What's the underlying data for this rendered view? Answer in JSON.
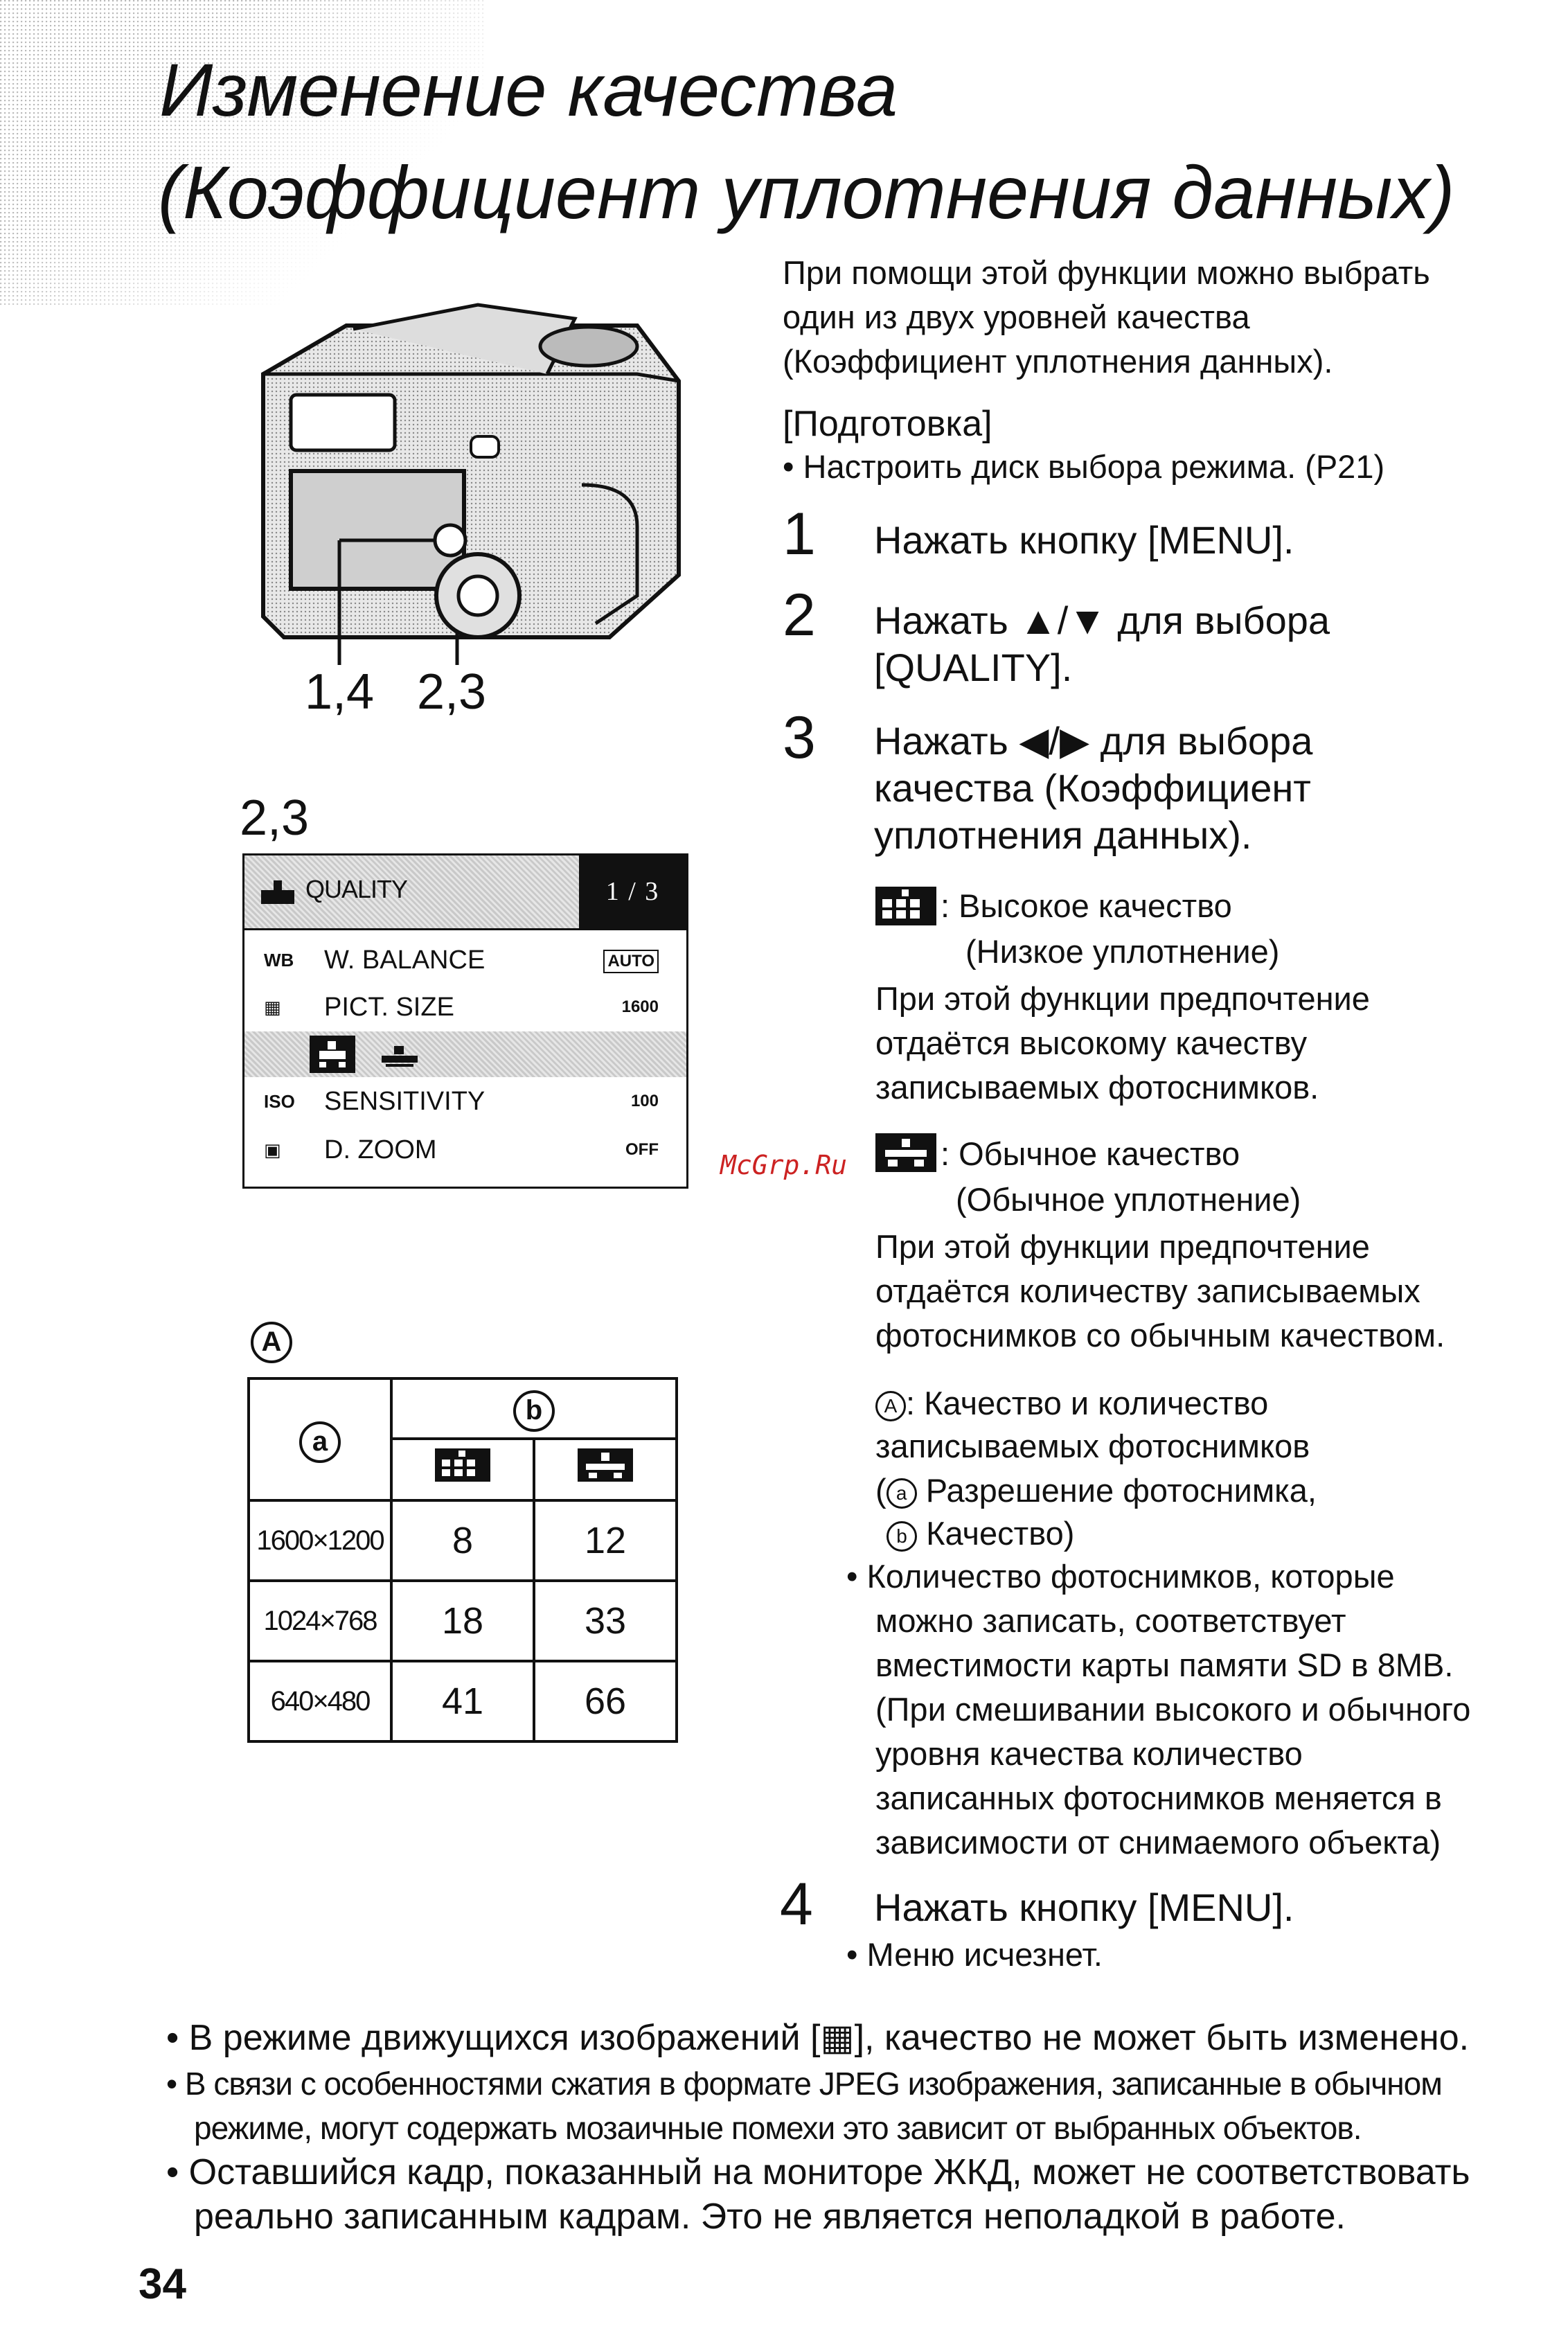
{
  "title": {
    "line1": "Изменение качества",
    "line2": "(Коэффициент уплотнения данных)"
  },
  "intro": "При помощи этой функции можно выбрать один из двух уровней качества (Коэффициент уплотнения данных).",
  "intro_lines": [
    "При помощи этой функции можно выбрать",
    "один из двух уровней качества",
    "(Коэффициент уплотнения данных)."
  ],
  "prep": {
    "heading": "[Подготовка]",
    "item": "• Настроить диск выбора режима. (P21)"
  },
  "steps": [
    {
      "num": "1",
      "lines": [
        "Нажать кнопку [MENU]."
      ]
    },
    {
      "num": "2",
      "lines": [
        "Нажать ▲/▼ для выбора",
        "[QUALITY]."
      ]
    },
    {
      "num": "3",
      "lines": [
        "Нажать ◀/▶ для выбора",
        "качества (Коэффициент",
        "уплотнения данных)."
      ]
    },
    {
      "num": "4",
      "lines": [
        "Нажать кнопку [MENU]."
      ]
    }
  ],
  "step4_note": "• Меню исчезнет.",
  "high_quality": {
    "label": ": Высокое качество",
    "sub": "(Низкое уплотнение)",
    "desc": [
      "При этой функции предпочтение",
      "отдаётся высокому качеству",
      "записываемых фотоснимков."
    ]
  },
  "normal_quality": {
    "label": ": Обычное качество",
    "sub": "(Обычное уплотнение)",
    "desc": [
      "При этой функции предпочтение",
      "отдаётся количеству записываемых",
      "фотоснимков со обычным качеством."
    ]
  },
  "legend": {
    "a_line1": ": Качество и количество",
    "a_line2": "записываемых фотоснимков",
    "b_line": "Разрешение фотоснимка,",
    "c_line": "Качество)"
  },
  "count_note": [
    "• Количество фотоснимков, которые",
    "можно записать, соответствует",
    "вместимости карты памяти SD в 8MB.",
    "(При смешивании высокого и обычного",
    "уровня качества количество",
    "записанных фотоснимков меняется в",
    "зависимости от снимаемого объекта)"
  ],
  "camera_labels": {
    "left": "1,4",
    "right": "2,3"
  },
  "menu_label": "2,3",
  "menu": {
    "header": "QUALITY",
    "page": "1 / 3",
    "rows": [
      {
        "icon": "WB",
        "name": "W. BALANCE",
        "value": "AUTO"
      },
      {
        "icon": "▦",
        "name": "PICT. SIZE",
        "value": "1600"
      },
      {
        "icon": "ISO",
        "name": "SENSITIVITY",
        "value": "100"
      },
      {
        "icon": "▣",
        "name": "D. ZOOM",
        "value": "OFF"
      }
    ]
  },
  "table": {
    "label_A": "A",
    "label_a": "a",
    "label_b": "b",
    "rows": [
      {
        "res": "1600×1200",
        "fine": "8",
        "normal": "12"
      },
      {
        "res": "1024×768",
        "fine": "18",
        "normal": "33"
      },
      {
        "res": "640×480",
        "fine": "41",
        "normal": "66"
      }
    ]
  },
  "footer_notes": [
    "• В режиме движущихся изображений [▦], качество не может быть изменено.",
    "• В связи с особенностями сжатия в формате JPEG изображения, записанные в обычном",
    "режиме, могут содержать мозаичные помехи это зависит от выбранных объектов.",
    "• Оставшийся кадр, показанный на мониторе ЖКД, может не соответствовать",
    "реально записанным кадрам. Это не является неполадкой в работе."
  ],
  "page_number": "34",
  "watermark": "McGrp.Ru"
}
